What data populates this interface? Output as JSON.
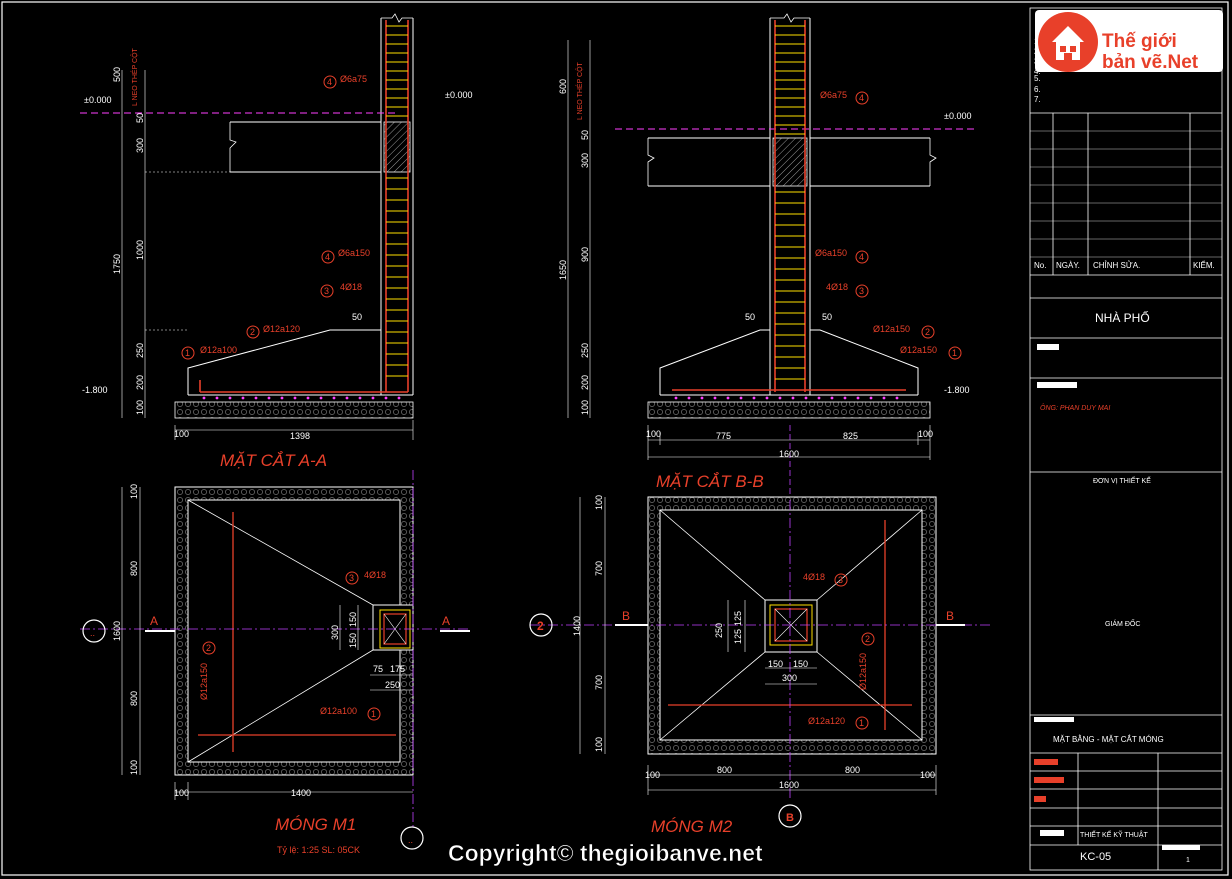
{
  "logo": {
    "line1": "Thế giới",
    "line2": "bản vẽ.Net"
  },
  "watermark": "Copyright© thegioibanve.net",
  "section_aa": {
    "title": "MẶT CẮT A-A",
    "level_top": "±0.000",
    "level_bottom": "-1.800",
    "anchor_label": "L NEO THÉP CỘT",
    "dims_left": [
      "500",
      "50",
      "300",
      "1750",
      "1000",
      "250",
      "200",
      "100"
    ],
    "dims_bottom": [
      "100",
      "1398"
    ],
    "dim_50": "50",
    "tags": [
      {
        "n": "4",
        "text": "Ø6a75"
      },
      {
        "n": "4",
        "text": "Ø6a150"
      },
      {
        "n": "3",
        "text": "4Ø18"
      },
      {
        "n": "2",
        "text": "Ø12a120"
      },
      {
        "n": "1",
        "text": "Ø12a100"
      }
    ]
  },
  "section_bb": {
    "title": "MẶT CẮT B-B",
    "level_top": "±0.000",
    "level_bottom": "-1.800",
    "anchor_label": "L NEO THÉP CỘT",
    "dims_left": [
      "600",
      "50",
      "300",
      "1650",
      "900",
      "250",
      "200",
      "100"
    ],
    "dims_bottom": [
      "100",
      "775",
      "825",
      "100",
      "1600"
    ],
    "dim_50": "50",
    "tags": [
      {
        "n": "4",
        "text": "Ø6a75"
      },
      {
        "n": "4",
        "text": "Ø6a150"
      },
      {
        "n": "3",
        "text": "4Ø18"
      },
      {
        "n": "2",
        "text": "Ø12a150"
      },
      {
        "n": "1",
        "text": "Ø12a150"
      }
    ]
  },
  "plan_m1": {
    "title": "MÓNG M1",
    "scale": "Tỷ lệ: 1:25  SL: 05CK",
    "cut": "A",
    "grid": "..",
    "dims_left": [
      "100",
      "800",
      "1600",
      "800",
      "100"
    ],
    "dims_bottom": [
      "100",
      "1400"
    ],
    "col_dims": [
      "150",
      "150",
      "300",
      "75",
      "175",
      "250"
    ],
    "tags": [
      {
        "n": "3",
        "text": "4Ø18"
      },
      {
        "n": "2",
        "text": "Ø12a150"
      },
      {
        "n": "1",
        "text": "Ø12a100"
      }
    ]
  },
  "plan_m2": {
    "title": "MÓNG M2",
    "cut": "B",
    "grid_left": "2",
    "grid_bottom": "B",
    "dims_left": [
      "100",
      "700",
      "1400",
      "700",
      "100"
    ],
    "dims_bottom": [
      "100",
      "800",
      "800",
      "100",
      "1600"
    ],
    "col_dims": [
      "125",
      "125",
      "250",
      "150",
      "150",
      "300"
    ],
    "tags": [
      {
        "n": "3",
        "text": "4Ø18"
      },
      {
        "n": "2",
        "text": "Ø12a150"
      },
      {
        "n": "1",
        "text": "Ø12a120"
      }
    ]
  },
  "title_block": {
    "notes": [
      "1.",
      "2.",
      "3.",
      "4.",
      "5.",
      "6.",
      "7."
    ],
    "rev_headers": [
      "No.",
      "NGÀY.",
      "CHỈNH SỬA.",
      "KIỂM."
    ],
    "project": "NHÀ PHỐ",
    "owner": "ÔNG: PHAN DUY MAI",
    "designer": "ĐƠN VỊ THIẾT KẾ",
    "director": "GIÁM ĐỐC",
    "drawing": "MẶT BẰNG - MẶT CẮT MÓNG",
    "design_row": "THIẾT KẾ KỸ THUẬT",
    "sheet": "KC-05",
    "sheet_count": "1"
  },
  "colors": {
    "accent": "#e8402a",
    "rebar": "#ffe000",
    "dash": "#ff40ff",
    "line": "#ffffff"
  }
}
